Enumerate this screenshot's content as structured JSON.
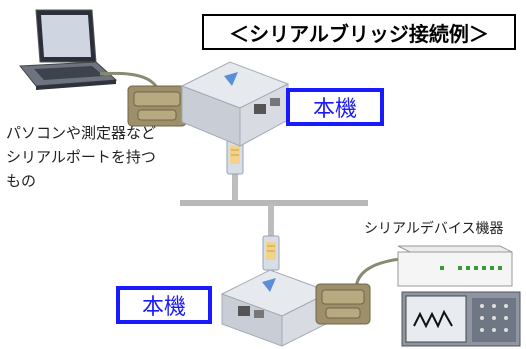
{
  "title": "＜シリアルブリッジ接続例＞",
  "unit_label_top": "本機",
  "unit_label_bottom": "本機",
  "pc_description_lines": [
    "パソコンや測定器など",
    "シリアルポートを持つ",
    "もの"
  ],
  "serial_device_label": "シリアルデバイス機器",
  "colors": {
    "label_border": "#1a1aff",
    "network_line": "#b8b8b8",
    "cable": "#8a8a70"
  }
}
